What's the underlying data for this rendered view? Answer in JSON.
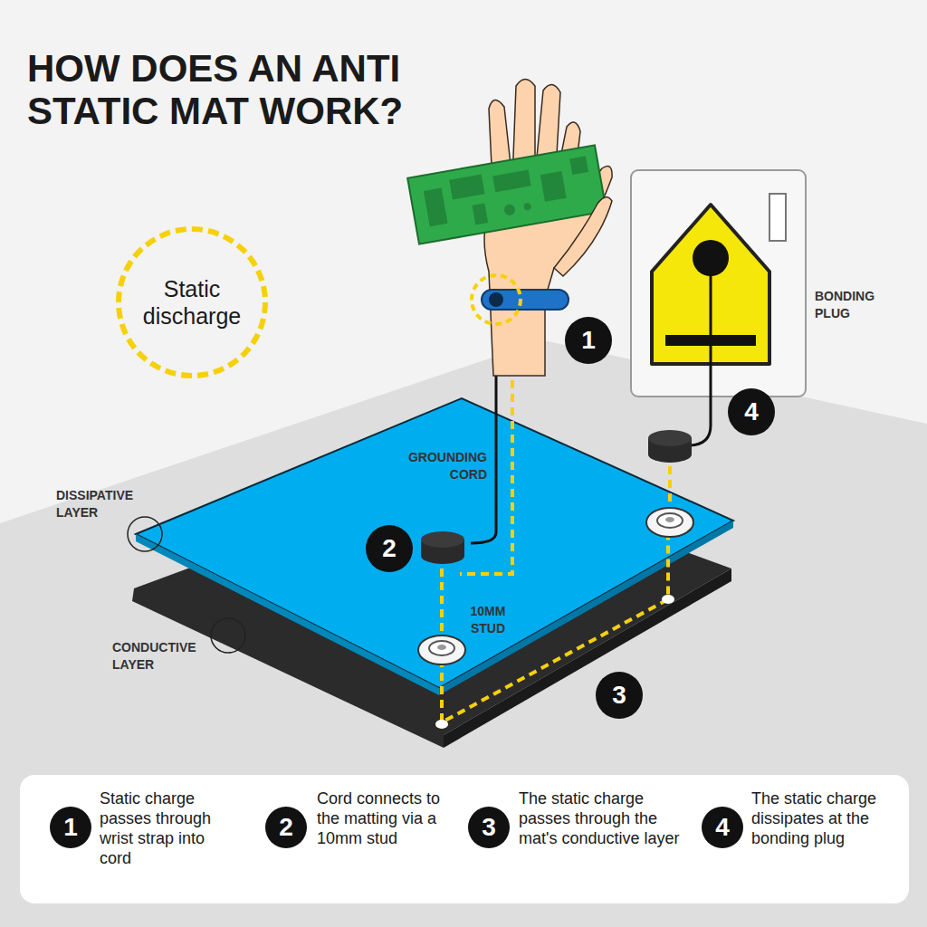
{
  "diagram": {
    "title": "HOW DOES AN ANTI STATIC MAT WORK?",
    "nodes": [
      {
        "text": [
          "Static discharge"
        ]
      },
      {
        "text": [
          "1"
        ]
      },
      {
        "text": [
          "2"
        ]
      },
      {
        "text": [
          "3"
        ]
      },
      {
        "text": [
          "4"
        ]
      },
      {
        "text": [
          "1"
        ]
      },
      {
        "text": [
          "2"
        ]
      },
      {
        "text": [
          "3"
        ]
      },
      {
        "text": [
          "4"
        ]
      }
    ],
    "labels": [
      "DISSIPATIVE LAYER",
      "CONDUCTIVE LAYER",
      "GROUNDING CORD",
      "10MM STUD",
      "BONDING PLUG",
      "Static charge passes through wrist strap into cord",
      "Cord connects to the matting via a 10mm stud",
      "The static charge passes through the mat's conductive layer",
      "The static charge dissipates at the bonding plug"
    ]
  }
}
